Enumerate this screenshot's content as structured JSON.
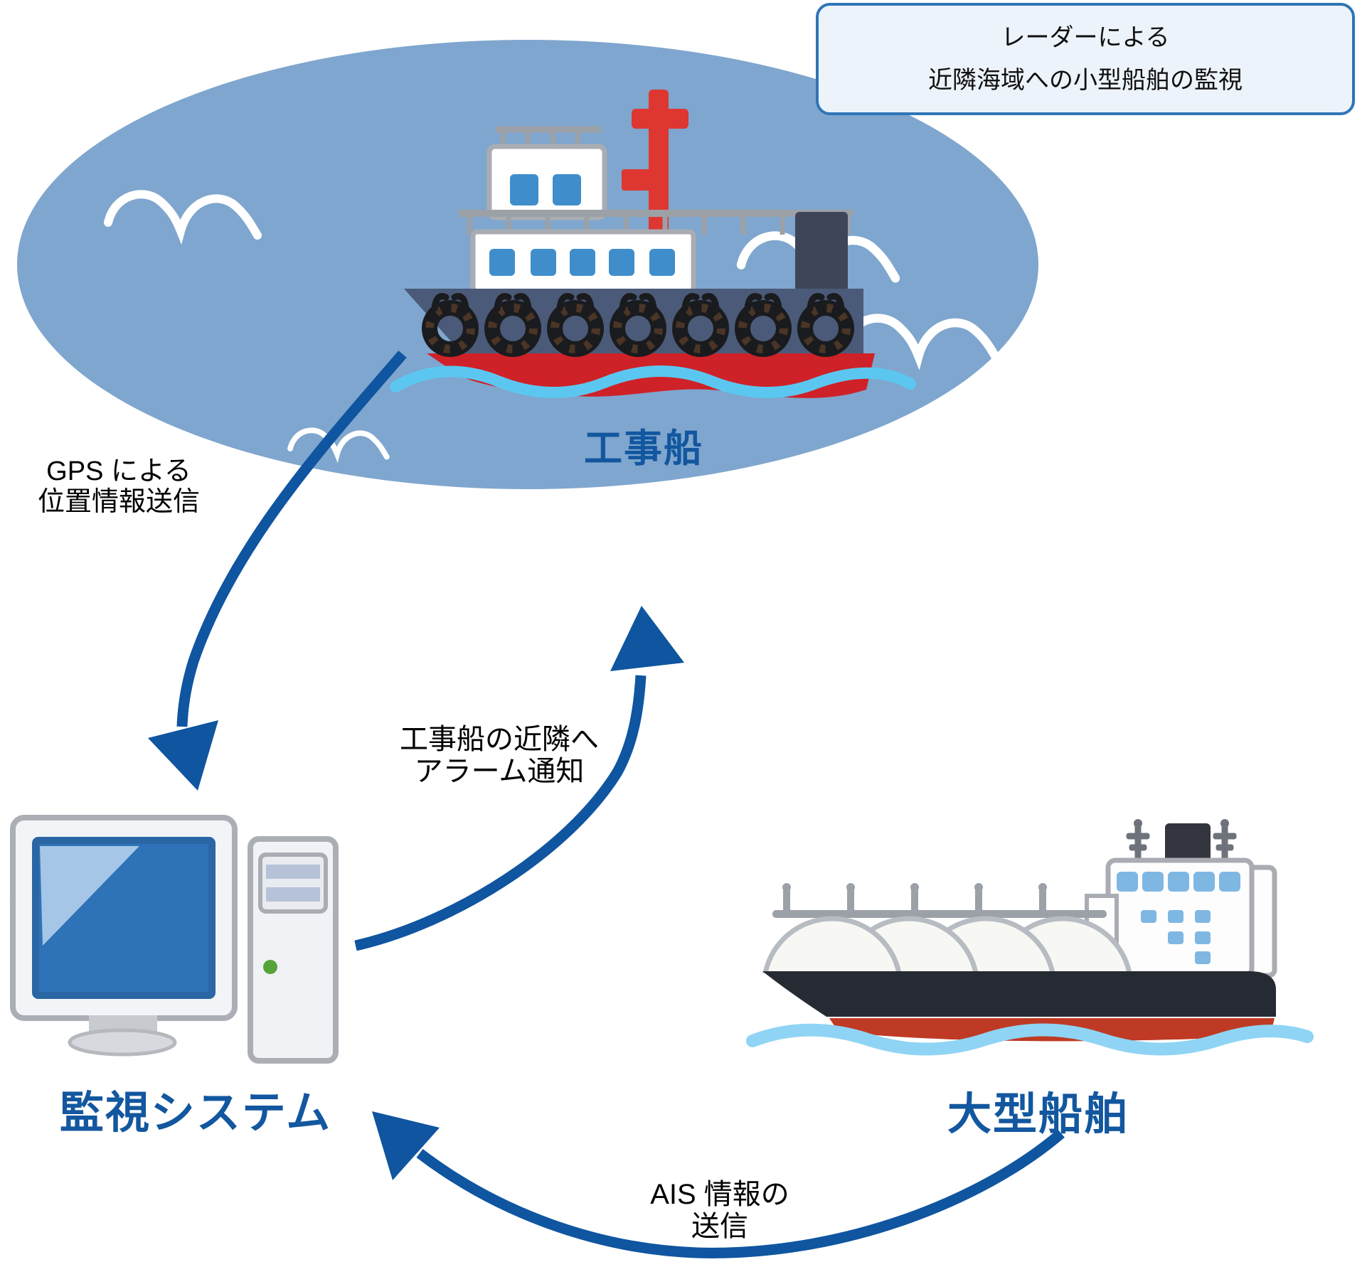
{
  "callout": {
    "line1": "レーダーによる",
    "line2": "近隣海域への小型船舶の監視"
  },
  "labels": {
    "construction_ship": "工事船",
    "monitoring_system": "監視システム",
    "large_vessel": "大型船舶"
  },
  "arrows": {
    "gps": {
      "line1": "GPS による",
      "line2": "位置情報送信",
      "from": "工事船",
      "to": "監視システム"
    },
    "alarm": {
      "line1": "工事船の近隣へ",
      "line2": "アラーム通知",
      "from": "監視システム",
      "to": "工事船"
    },
    "ais": {
      "line1": "AIS 情報の",
      "line2": "送信",
      "from": "大型船舶",
      "to": "監視システム"
    }
  },
  "colors": {
    "sea": "#7FA6CE",
    "arrow": "#0F55A0",
    "label": "#12579F",
    "callout_bg": "#EDF3FA",
    "callout_border": "#2E75B6",
    "text": "#000000"
  }
}
